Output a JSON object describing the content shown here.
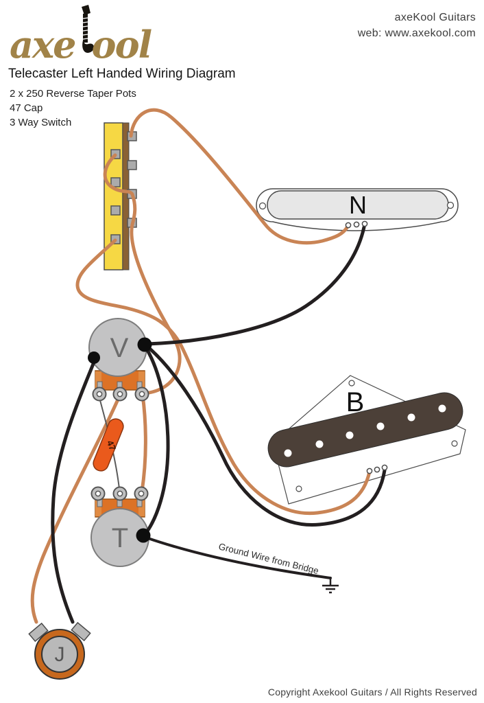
{
  "header": {
    "logo_left": "axe",
    "logo_right": "ool",
    "company_line1": "axeKool Guitars",
    "company_line2": "web: www.axekool.com"
  },
  "title": "Telecaster Left Handed Wiring Diagram",
  "specs": {
    "line1": "2 x 250 Reverse Taper Pots",
    "line2": "47 Cap",
    "line3": "3 Way Switch"
  },
  "components": {
    "neck_pickup_label": "N",
    "bridge_pickup_label": "B",
    "volume_pot_label": "V",
    "tone_pot_label": "T",
    "output_jack_label": "J",
    "capacitor_label": "47",
    "ground_wire_label": "Ground Wire from Bridge"
  },
  "footer": {
    "copyright": "Copyright Axekool Guitars / All Rights Reserved"
  },
  "colors": {
    "wire_hot": "#c98455",
    "wire_ground": "#231f20",
    "switch_body": "#f6d844",
    "switch_strip": "#8a6134",
    "lug_gray": "#ababab",
    "pot_body": "#c3c3c4",
    "pot_base": "#dc7226",
    "cap_body": "#ea5a1c",
    "jack_ring": "#c7681d",
    "pickup_bar": "#4c4038",
    "logo_gold": "#a18348"
  }
}
